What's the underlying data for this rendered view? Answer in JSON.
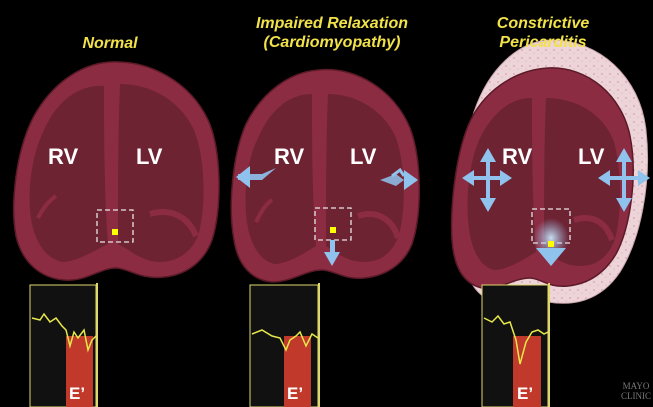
{
  "panels": [
    {
      "title": "Normal",
      "rv": "RV",
      "lv": "LV",
      "e_label": "E’"
    },
    {
      "title": "Impaired Relaxation\n(Cardiomyopathy)",
      "title_line1": "Impaired Relaxation",
      "title_line2": "(Cardiomyopathy)",
      "rv": "RV",
      "lv": "LV",
      "e_label": "E’"
    },
    {
      "title_line1": "Constrictive",
      "title_line2": "Pericarditis",
      "rv": "RV",
      "lv": "LV",
      "e_label": "E’"
    }
  ],
  "watermark": {
    "line1": "MAYO",
    "line2": "CLINIC"
  },
  "colors": {
    "background": "#000000",
    "heart_wall": "#8c2c42",
    "heart_chamber": "#6e2333",
    "title": "#f2e24a",
    "arrow": "#8fc3ee",
    "e_bar": "#c0392b",
    "pericardium": "#ecd4d8",
    "trace": "#e8e84a",
    "marker": "#ffff00"
  }
}
